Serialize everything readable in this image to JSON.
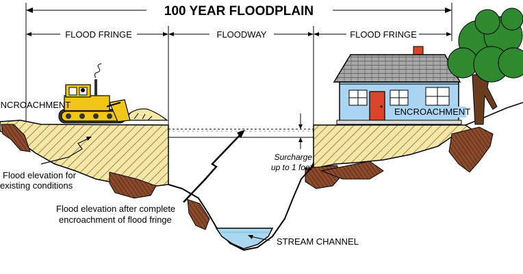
{
  "title": "100 YEAR FLOODPLAIN",
  "zones": {
    "left_fringe": "FLOOD FRINGE",
    "floodway": "FLOODWAY",
    "right_fringe": "FLOOD FRINGE"
  },
  "labels": {
    "encroachment_left": "ENCROACHMENT",
    "encroachment_right": "ENCROACHMENT",
    "flood_existing_line1": "Flood elevation for",
    "flood_existing_line2": "existing conditions",
    "flood_after_line1": "Flood elevation after complete",
    "flood_after_line2": "encroachment of flood fringe",
    "surcharge_line1": "Surcharge",
    "surcharge_line2": "up to 1 foot",
    "stream_channel": "STREAM CHANNEL"
  },
  "colors": {
    "soil_fill": "#f6e7a6",
    "soil_hatch": "#7a5a2a",
    "rock": "#8b4a2b",
    "water": "#a9d8f0",
    "house_wall": "#a9d4f2",
    "roof": "#9a9a9a",
    "door": "#d9462b",
    "bulldozer": "#f2c618",
    "tree": "#2f8a2f",
    "trunk": "#6b3d1f"
  },
  "icons": [
    "bulldozer-icon",
    "house-icon",
    "tree-icon"
  ]
}
